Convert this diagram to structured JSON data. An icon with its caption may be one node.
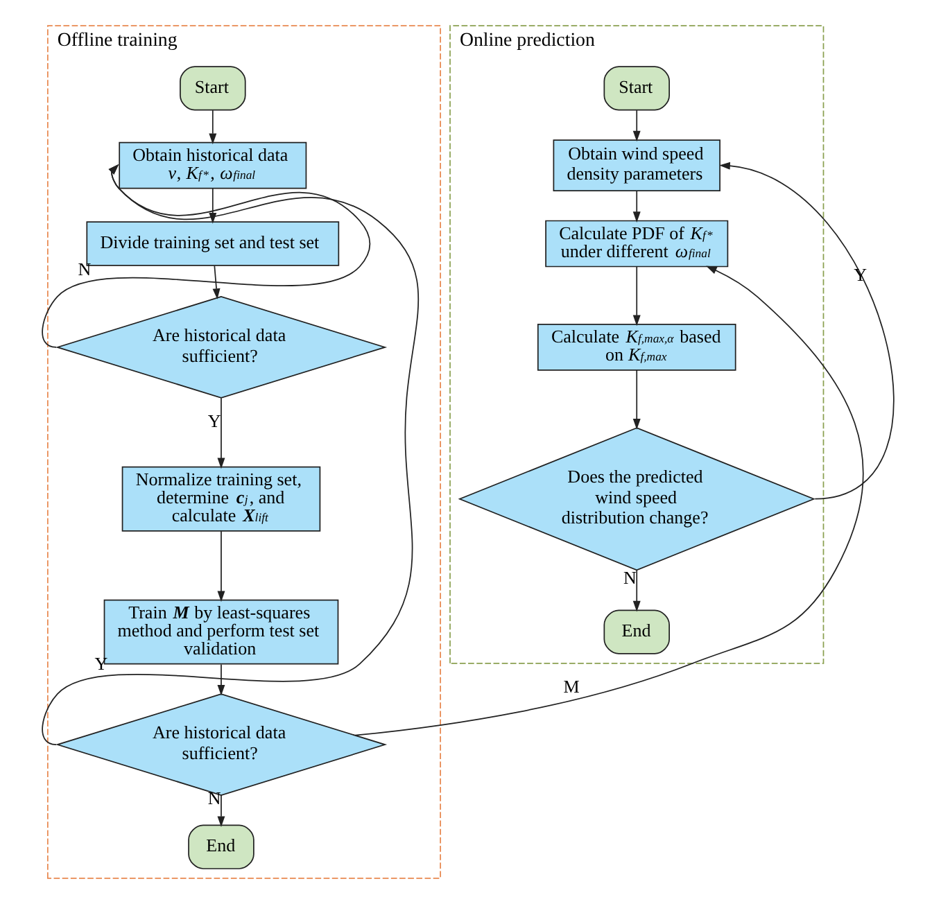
{
  "diagram": {
    "nodes": [
      {
        "text": [
          "Offline training"
        ]
      },
      {
        "text": [
          "Start"
        ],
        "in": 0
      },
      {
        "text": [
          "Obtain historical data *v*, *K*$_{f}$$^{*}$, *ω*$_{final}$"
        ],
        "in": 0
      },
      {
        "text": [
          "Divide training set and test set"
        ],
        "in": 0
      },
      {
        "text": [
          "Are historical data sufficient?"
        ],
        "in": 0
      },
      {
        "text": [
          "Normalize training set, determine **c**$_{j}$, and calculate **X**$_{lift}$"
        ],
        "in": 0
      },
      {
        "text": [
          "Train **M** by least-squares method and perform test set validation"
        ],
        "in": 0
      },
      {
        "text": [
          "Are historical data sufficient?"
        ],
        "in": 0
      },
      {
        "text": [
          "End"
        ],
        "in": 0
      },
      {
        "text": [
          "Online prediction"
        ]
      },
      {
        "text": [
          "Start"
        ],
        "in": 9
      },
      {
        "text": [
          "Obtain wind speed density parameters"
        ],
        "in": 9
      },
      {
        "text": [
          "Calculate PDF of *K*$_{f}$$^{*}$ under different *ω*$_{final}$"
        ],
        "in": 9
      },
      {
        "text": [
          "Calculate *K*$_{f,max,α}$ based on *K*$_{f,max}$"
        ],
        "in": 9
      },
      {
        "text": [
          "Does the predicted wind speed distribution change?"
        ],
        "in": 9
      },
      {
        "text": [
          "End"
        ],
        "in": 9
      }
    ],
    "edges": [
      {
        "from": 1,
        "to": 2,
        "arrow": "to"
      },
      {
        "from": 2,
        "to": 3,
        "arrow": "to"
      },
      {
        "from": 3,
        "to": 4,
        "arrow": "to"
      },
      {
        "from": 4,
        "to": 2,
        "arrow": "to",
        "label": "N"
      },
      {
        "from": 4,
        "to": 5,
        "arrow": "to",
        "label": "Y"
      },
      {
        "from": 5,
        "to": 6,
        "arrow": "to"
      },
      {
        "from": 6,
        "to": 7,
        "arrow": "to"
      },
      {
        "from": 7,
        "to": 2,
        "arrow": "to",
        "label": "Y"
      },
      {
        "from": 7,
        "to": 8,
        "arrow": "to",
        "label": "N"
      },
      {
        "from": 7,
        "to": 12,
        "arrow": "to",
        "label": "M"
      },
      {
        "from": 10,
        "to": 11,
        "arrow": "to"
      },
      {
        "from": 11,
        "to": 12,
        "arrow": "to"
      },
      {
        "from": 12,
        "to": 13,
        "arrow": "to"
      },
      {
        "from": 13,
        "to": 14,
        "arrow": "to"
      },
      {
        "from": 14,
        "to": 11,
        "arrow": "to",
        "label": "Y"
      },
      {
        "from": 14,
        "to": 15,
        "arrow": "to",
        "label": "N"
      }
    ]
  }
}
